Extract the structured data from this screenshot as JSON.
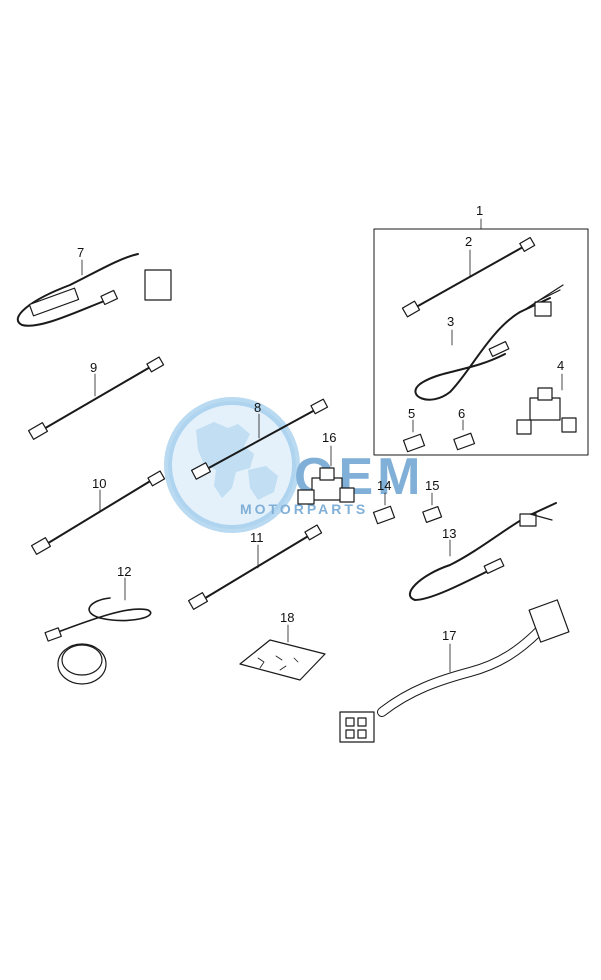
{
  "title": "",
  "watermark": {
    "brand": "OEM",
    "tagline": "MOTORPARTS",
    "colors": {
      "globe": "#2c8fd6",
      "land": "#bfe0f5",
      "text": "#1a6fb8"
    }
  },
  "callouts": [
    {
      "id": "c1",
      "label": "1"
    },
    {
      "id": "c2",
      "label": "2"
    },
    {
      "id": "c3",
      "label": "3"
    },
    {
      "id": "c4",
      "label": "4"
    },
    {
      "id": "c5",
      "label": "5"
    },
    {
      "id": "c6",
      "label": "6"
    },
    {
      "id": "c7",
      "label": "7"
    },
    {
      "id": "c8",
      "label": "8"
    },
    {
      "id": "c9",
      "label": "9"
    },
    {
      "id": "c10",
      "label": "10"
    },
    {
      "id": "c11",
      "label": "11"
    },
    {
      "id": "c12",
      "label": "12"
    },
    {
      "id": "c13",
      "label": "13"
    },
    {
      "id": "c14",
      "label": "14"
    },
    {
      "id": "c15",
      "label": "15"
    },
    {
      "id": "c16",
      "label": "16"
    },
    {
      "id": "c17",
      "label": "17"
    },
    {
      "id": "c18",
      "label": "18"
    }
  ],
  "line_color": "#1a1a1a"
}
